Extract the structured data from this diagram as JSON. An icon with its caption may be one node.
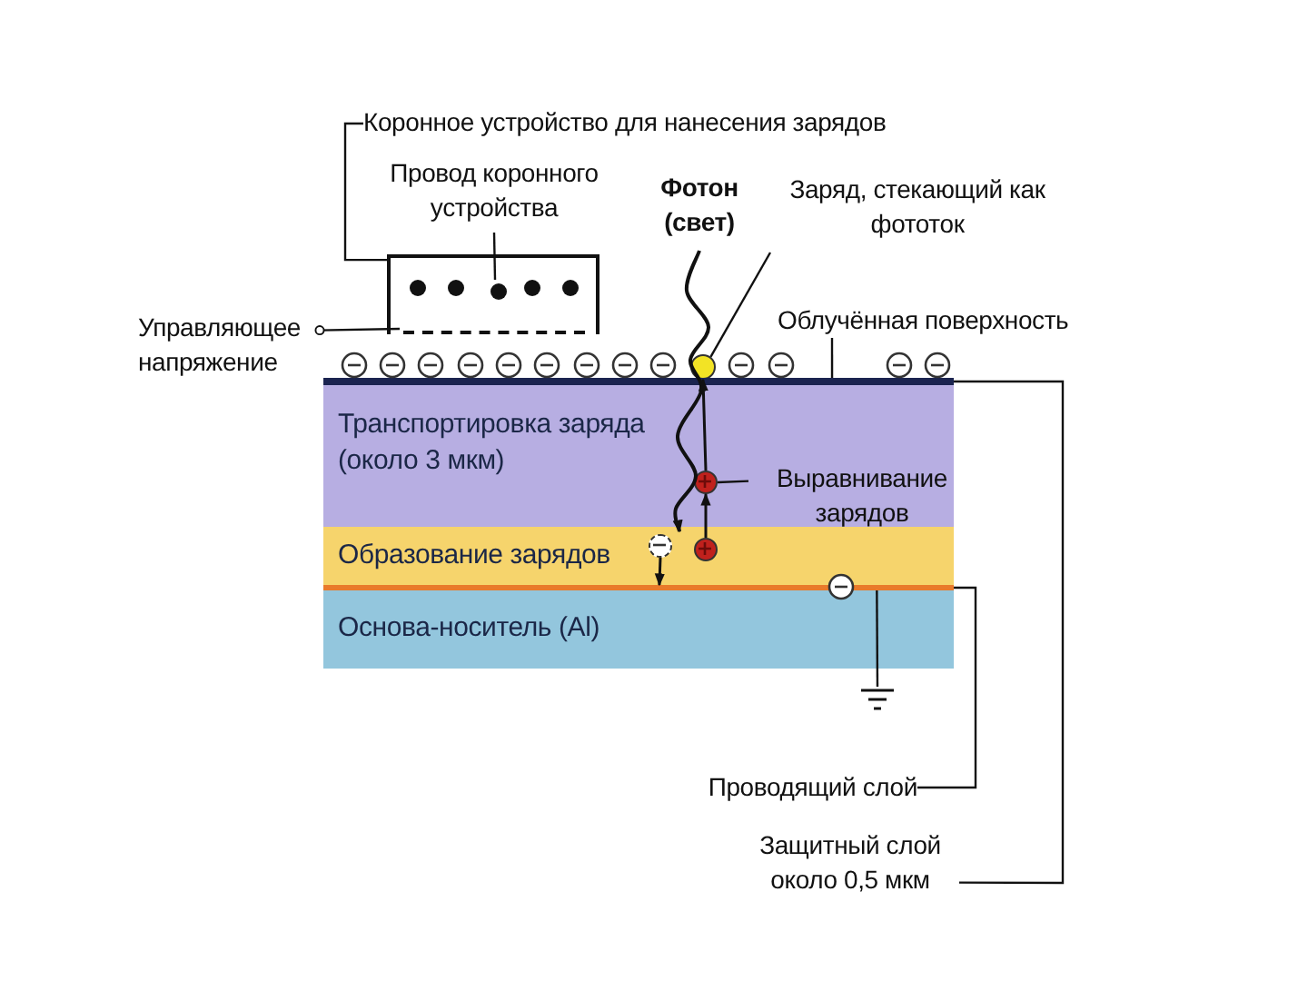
{
  "diagram": {
    "nodes": [
      {
        "text": [
          "Коронное устройство для нанесения зарядов"
        ]
      },
      {
        "text": [],
        "shape": "box"
      },
      {
        "text": [
          "Провод коронного устройства"
        ]
      },
      {
        "text": [],
        "shape": "circle",
        "in": 1
      },
      {
        "text": [
          "Управляющее напряжение"
        ]
      },
      {
        "text": [],
        "shape": "bar",
        "in": 1
      },
      {
        "text": [
          "Фотон (свет)"
        ]
      },
      {
        "text": [
          "Заряд, стекающий как фототок"
        ]
      },
      {
        "text": [],
        "shape": "circle"
      },
      {
        "text": [
          "Облучённая поверхность"
        ]
      },
      {
        "text": [],
        "shape": "bar"
      },
      {
        "text": [
          "Транспортировка заряда (около 3 мкм)"
        ]
      },
      {
        "text": [
          "Выравнивание зарядов"
        ],
        "in": 11
      },
      {
        "text": [],
        "shape": "circle",
        "in": 11
      },
      {
        "text": [
          "Образование зарядов"
        ]
      },
      {
        "text": [
          "Основа-носитель (Al)"
        ]
      },
      {
        "text": [],
        "shape": "bar"
      },
      {
        "text": [
          "Проводящий слой"
        ]
      },
      {
        "text": [
          "Защитный слой около 0,5 мкм"
        ]
      },
      {
        "text": [],
        "shape": "ground"
      },
      {
        "text": [],
        "shape": "circle",
        "in": 14
      },
      {
        "text": [],
        "shape": "circle",
        "in": 14
      }
    ],
    "edges": [
      {
        "from": 0,
        "to": 1,
        "arrow": "none"
      },
      {
        "from": 2,
        "to": 3,
        "arrow": "none"
      },
      {
        "from": 4,
        "to": 5,
        "arrow": "other"
      },
      {
        "from": 6,
        "to": 14,
        "arrow": "to"
      },
      {
        "from": 7,
        "to": 8,
        "arrow": "none"
      },
      {
        "from": 9,
        "to": 10,
        "arrow": "none"
      },
      {
        "from": 12,
        "to": 13,
        "arrow": "none"
      },
      {
        "from": 16,
        "to": 17,
        "arrow": "none"
      },
      {
        "from": 10,
        "to": 18,
        "arrow": "none"
      },
      {
        "from": 16,
        "to": 19,
        "arrow": "none"
      },
      {
        "from": 13,
        "to": 8,
        "arrow": "to"
      },
      {
        "from": 21,
        "to": 13,
        "arrow": "to"
      },
      {
        "from": 20,
        "to": 16,
        "arrow": "to"
      }
    ]
  }
}
